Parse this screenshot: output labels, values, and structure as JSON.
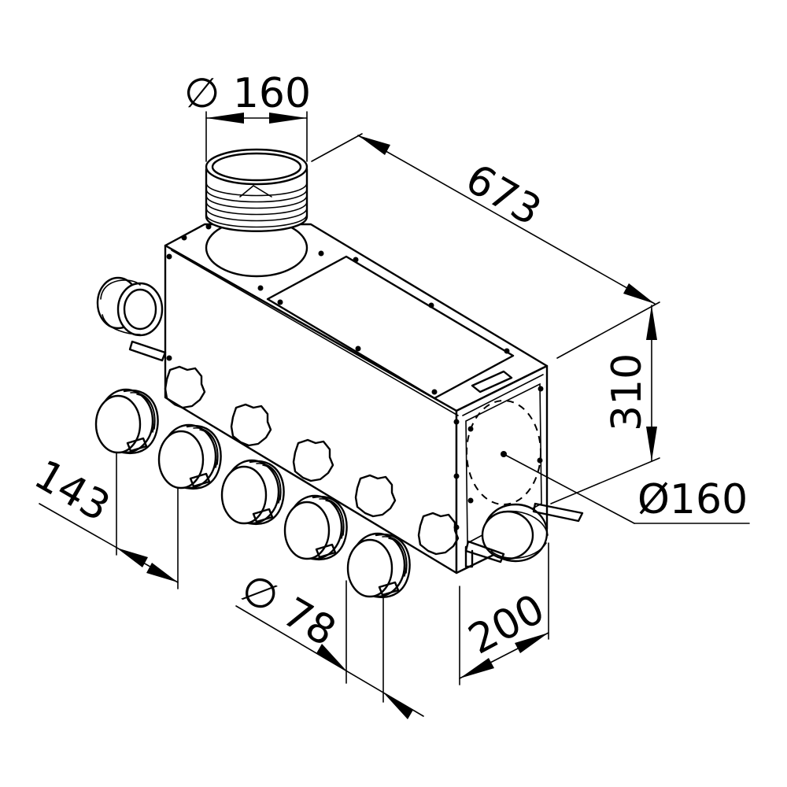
{
  "dimensions": {
    "top_outlet": "∅ 160",
    "length": "673",
    "height": "310",
    "side_outlet": "Ø160",
    "depth": "200",
    "small_outlet": "∅ 78",
    "pitch": "143"
  },
  "colors": {
    "line": "#000000",
    "background": "#ffffff"
  }
}
